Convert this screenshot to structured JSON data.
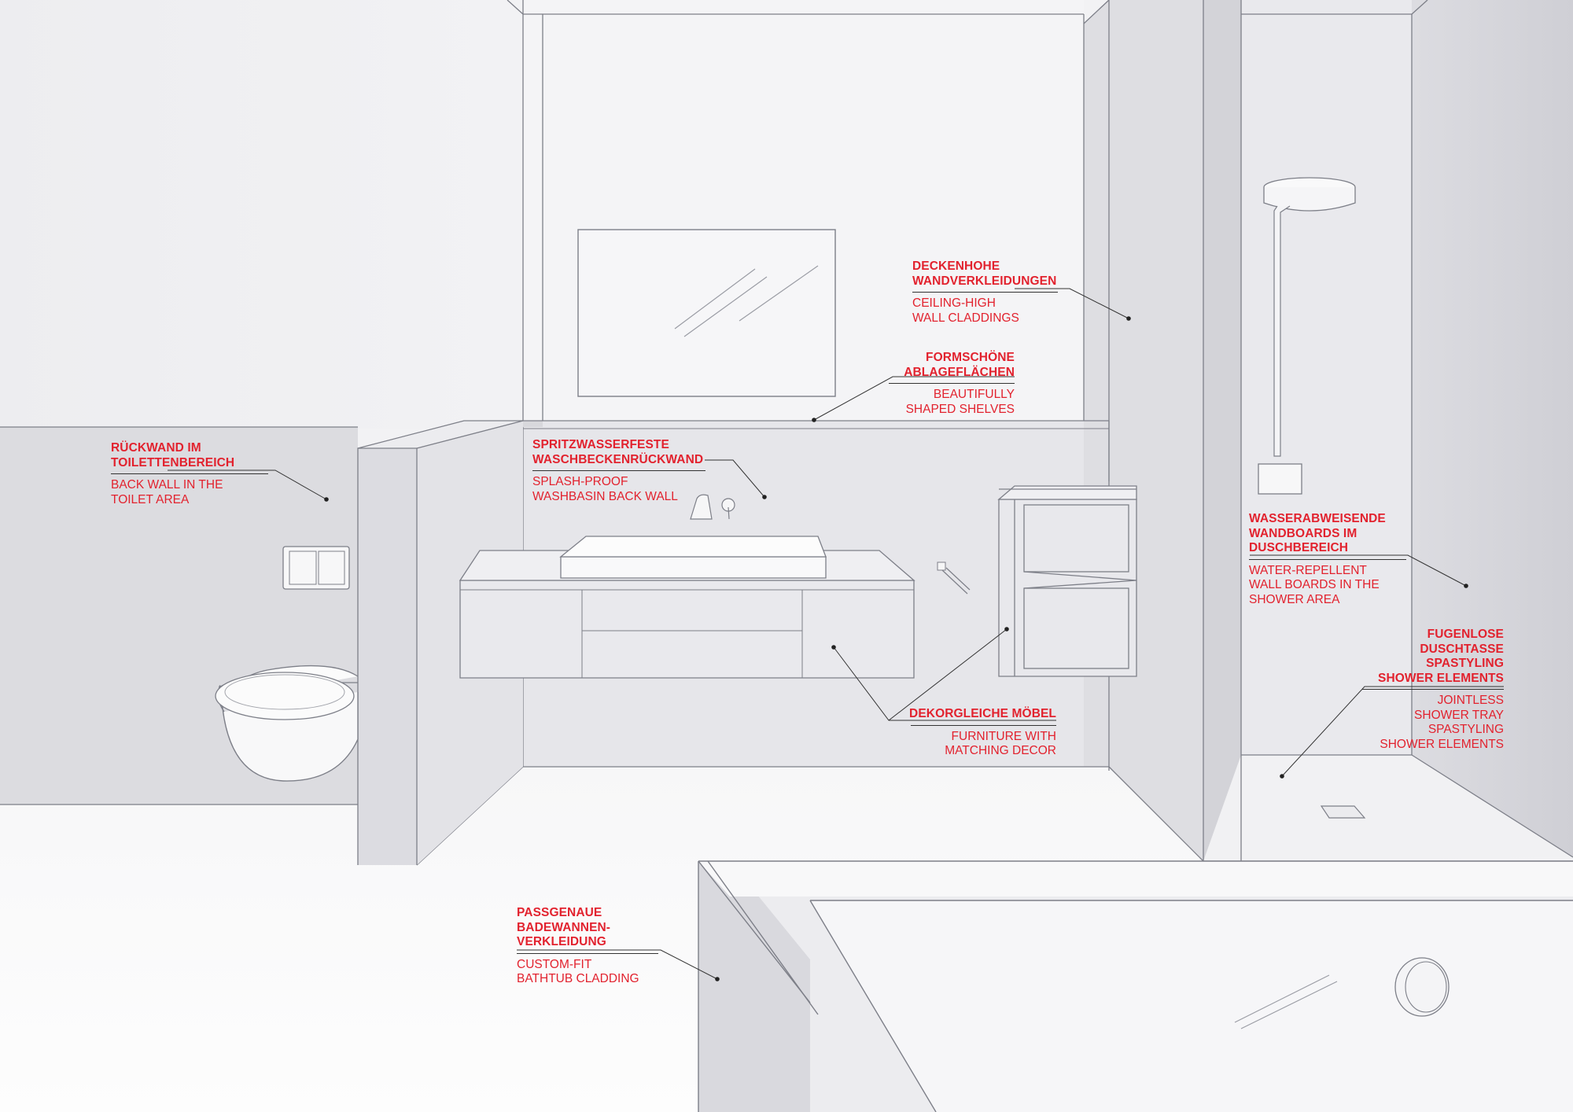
{
  "colors": {
    "accent": "#e2222e",
    "line": "#7d7f88",
    "wall_light": "#f3f3f5",
    "wall_mid": "#e3e3e7",
    "wall_dark": "#d5d5da",
    "floor": "#fafafb"
  },
  "labels": {
    "ceiling_high": {
      "de": "DECKENHOHE\nWANDVERKLEIDUNGEN",
      "en": "CEILING-HIGH\nWALL CLADDINGS"
    },
    "shelves": {
      "de": "FORMSCHÖNE\nABLAGEFLÄCHEN",
      "en": "BEAUTIFULLY\nSHAPED SHELVES"
    },
    "toilet_wall": {
      "de": "RÜCKWAND IM\nTOILETTENBEREICH",
      "en": "BACK WALL IN THE\nTOILET AREA"
    },
    "splash_wall": {
      "de": "SPRITZWASSERFESTE\nWASCHBECKENRÜCKWAND",
      "en": "SPLASH-PROOF\nWASHBASIN BACK WALL"
    },
    "shower_boards": {
      "de": "WASSERABWEISENDE\nWANDBOARDS IM\nDUSCHBEREICH",
      "en": "WATER-REPELLENT\nWALL BOARDS IN THE\nSHOWER AREA"
    },
    "shower_tray": {
      "de": "FUGENLOSE\nDUSCHTASSE\nSPASTYLING\nSHOWER ELEMENTS",
      "en": "JOINTLESS\nSHOWER TRAY\nSPASTYLING\nSHOWER ELEMENTS"
    },
    "furniture": {
      "de": "DEKORGLEICHE MÖBEL",
      "en": "FURNITURE WITH\nMATCHING DECOR"
    },
    "bathtub": {
      "de": "PASSGENAUE\nBADEWANNEN-\nVERKLEIDUNG",
      "en": "CUSTOM-FIT\nBATHTUB CLADDING"
    }
  }
}
